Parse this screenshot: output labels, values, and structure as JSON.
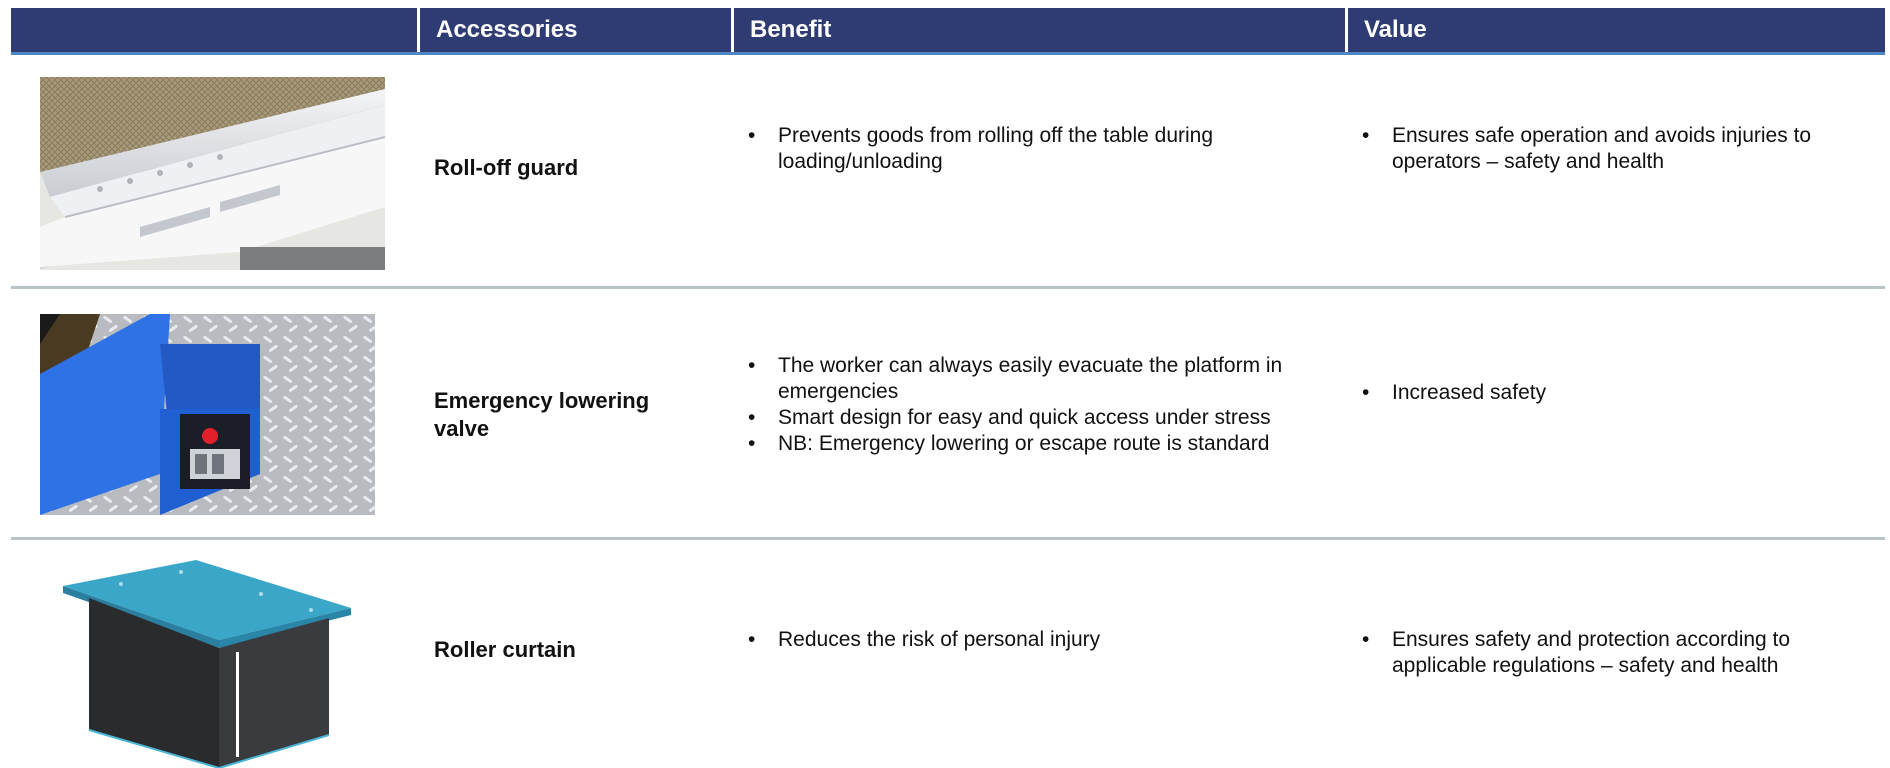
{
  "header": {
    "columns": [
      "",
      "Accessories",
      "Benefit",
      "Value"
    ]
  },
  "rows": [
    {
      "image_icon": "roll-off-guard-photo",
      "accessory": "Roll-off guard",
      "benefits": [
        "Prevents goods from rolling off the table during loading/unloading"
      ],
      "values": [
        "Ensures safe operation and avoids injuries to operators – safety and health"
      ]
    },
    {
      "image_icon": "emergency-lowering-valve-photo",
      "accessory": "Emergency lowering valve",
      "benefits": [
        "The worker can always easily evacuate the platform in emergencies",
        "Smart design for easy and quick access under stress",
        "NB: Emergency lowering or escape route is standard"
      ],
      "values": [
        "Increased safety"
      ]
    },
    {
      "image_icon": "roller-curtain-illustration",
      "accessory": "Roller curtain",
      "benefits": [
        "Reduces the risk of personal injury"
      ],
      "values": [
        "Ensures safety and protection according to applicable regulations – safety and health"
      ]
    }
  ],
  "colors": {
    "header_bg": "#2e3c73",
    "header_underline": "#4f86c6",
    "row_separator": "#b7c3c6",
    "valve_box_blue": "#1f5fd1",
    "curtain_top_teal": "#3aa7c9"
  }
}
